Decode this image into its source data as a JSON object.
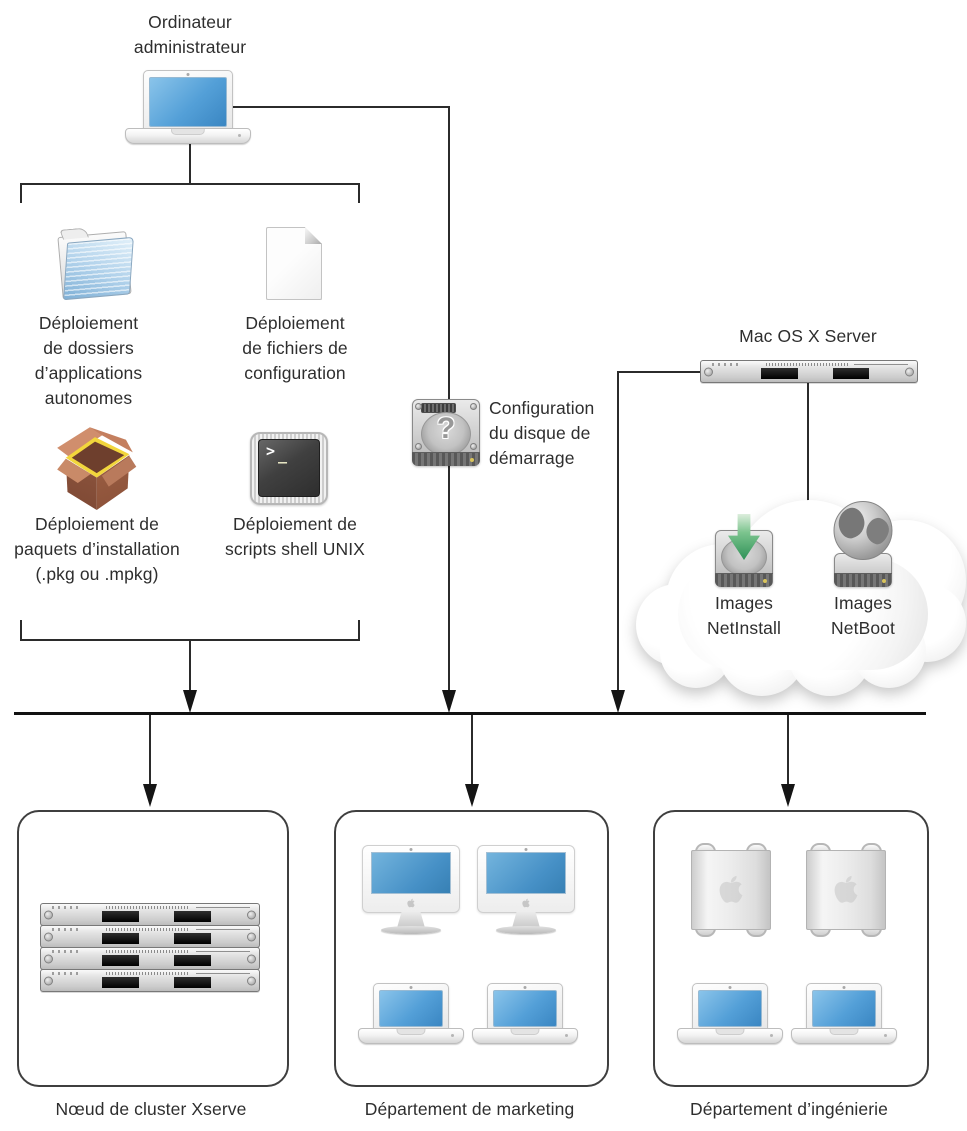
{
  "diagram": {
    "admin_computer": {
      "lines": [
        "Ordinateur",
        "administrateur"
      ]
    },
    "deployment_methods": [
      {
        "id": "standalone-app-folders",
        "icon": "folder-icon",
        "lines": [
          "Déploiement",
          "de dossiers",
          "d’applications",
          "autonomes"
        ]
      },
      {
        "id": "config-files",
        "icon": "document-icon",
        "lines": [
          "Déploiement",
          "de fichiers de",
          "configuration"
        ]
      },
      {
        "id": "installer-packages",
        "icon": "package-icon",
        "lines": [
          "Déploiement de",
          "paquets d’installation",
          "(.pkg ou .mpkg)"
        ]
      },
      {
        "id": "unix-shell-scripts",
        "icon": "terminal-icon",
        "lines": [
          "Déploiement de",
          "scripts shell UNIX"
        ]
      }
    ],
    "startup_disk": {
      "lines": [
        "Configuration",
        "du disque de",
        "démarrage"
      ],
      "icon": "boot-disk-icon"
    },
    "server": {
      "label": "Mac OS X Server",
      "icon": "xserve-icon"
    },
    "network_images": [
      {
        "id": "netinstall",
        "icon": "netinstall-disk-icon",
        "lines": [
          "Images",
          "NetInstall"
        ]
      },
      {
        "id": "netboot",
        "icon": "netboot-globe-icon",
        "lines": [
          "Images",
          "NetBoot"
        ]
      }
    ],
    "groups": [
      {
        "id": "xserve-cluster",
        "label": "Nœud de cluster Xserve",
        "contents": "4 Xserve rack units"
      },
      {
        "id": "marketing",
        "label": "Département de marketing",
        "contents": "2 iMacs, 2 MacBooks"
      },
      {
        "id": "engineering",
        "label": "Département d’ingénierie",
        "contents": "2 Mac Pros, 2 MacBooks"
      }
    ],
    "terminal_prompt": {
      "gt": ">",
      "underscore": "_"
    },
    "boot_disk_glyph": "?",
    "colors": {
      "screen_blue": "#4f9ed6",
      "folder_blue": "#aed0ea",
      "package_brown": "#9a5f45",
      "package_lid_yellow": "#f2d63c",
      "terminal_dark": "#3c3c3c",
      "netinstall_green": "#2f9158",
      "connector_black": "#1c1c1c"
    }
  }
}
